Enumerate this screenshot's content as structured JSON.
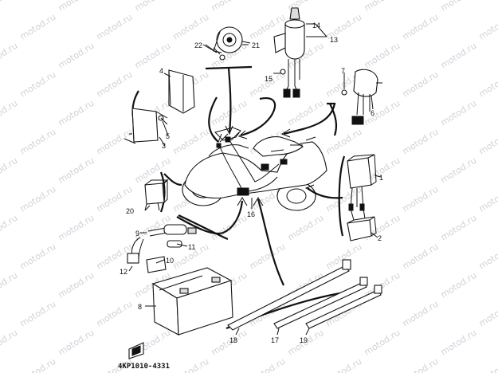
{
  "diagram": {
    "code": "4KP1010-4331",
    "watermark": "motod.ru",
    "callouts": {
      "c1": "1",
      "c2": "2",
      "c3": "3",
      "c4": "4",
      "c5": "5",
      "c6": "6",
      "c7": "7",
      "c8": "8",
      "c9": "9",
      "c10": "10",
      "c11": "11",
      "c12": "12",
      "c13": "13",
      "c14": "14",
      "c15": "15",
      "c16": "16",
      "c17": "17",
      "c18": "18",
      "c19": "19",
      "c20": "20",
      "c21": "21",
      "c22": "22"
    }
  }
}
